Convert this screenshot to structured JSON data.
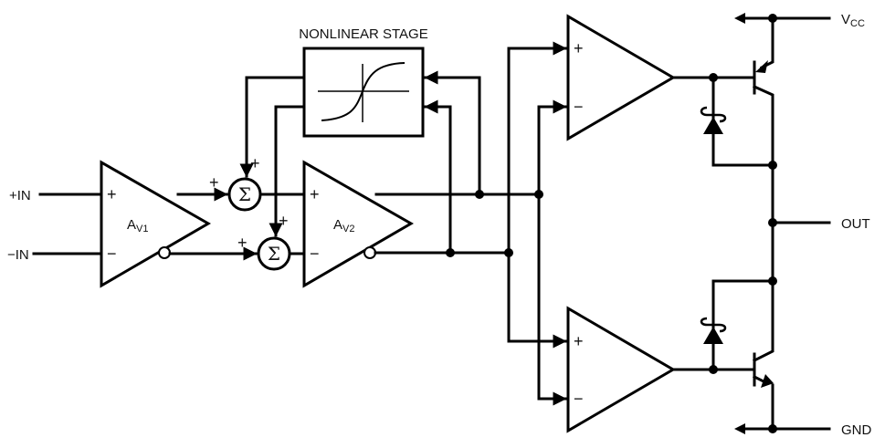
{
  "diagram": {
    "title": "NONLINEAR STAGE",
    "inputs": {
      "plus_in": "+IN",
      "minus_in": "−IN"
    },
    "outputs": {
      "vcc_main": "V",
      "vcc_sub": "CC",
      "out": "OUT",
      "gnd": "GND"
    },
    "amplifiers": {
      "av1_main": "A",
      "av1_sub": "V1",
      "av2_main": "A",
      "av2_sub": "V2"
    },
    "summer_symbol": "Σ",
    "signs": {
      "plus": "+",
      "minus": "−"
    }
  }
}
